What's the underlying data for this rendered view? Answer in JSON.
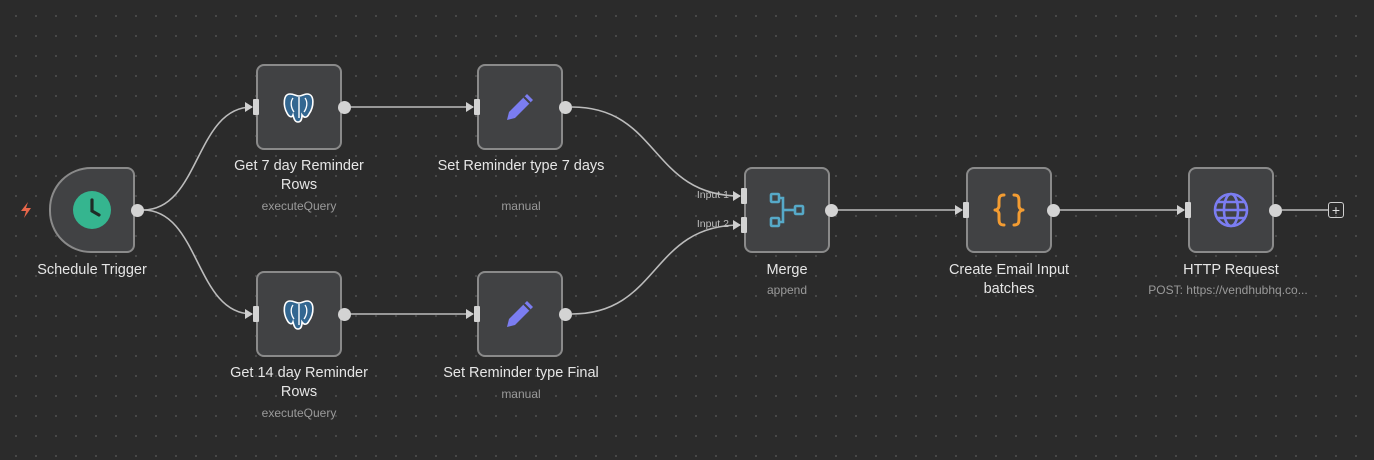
{
  "nodes": {
    "schedule": {
      "title": "Schedule Trigger",
      "icon": "clock-icon",
      "color": "#35b58f"
    },
    "get7": {
      "title": "Get 7 day Reminder Rows",
      "subtitle": "executeQuery",
      "icon": "postgres-icon"
    },
    "get14": {
      "title": "Get 14 day Reminder Rows",
      "subtitle": "executeQuery",
      "icon": "postgres-icon"
    },
    "set7": {
      "title": "Set Reminder type 7 days",
      "subtitle": "manual",
      "icon": "pencil-icon",
      "color": "#7b7df1"
    },
    "setFinal": {
      "title": "Set Reminder type Final",
      "subtitle": "manual",
      "icon": "pencil-icon",
      "color": "#7b7df1"
    },
    "merge": {
      "title": "Merge",
      "subtitle": "append",
      "icon": "merge-icon",
      "color": "#56a9c8",
      "inputs": [
        "Input 1",
        "Input 2"
      ]
    },
    "code": {
      "title": "Create Email Input batches",
      "icon": "braces-icon",
      "color": "#f39c32"
    },
    "http": {
      "title": "HTTP Request",
      "subtitle": "POST: https://vendhubhq.co...",
      "icon": "globe-icon",
      "color": "#7b7df1"
    }
  },
  "add_button": "+"
}
